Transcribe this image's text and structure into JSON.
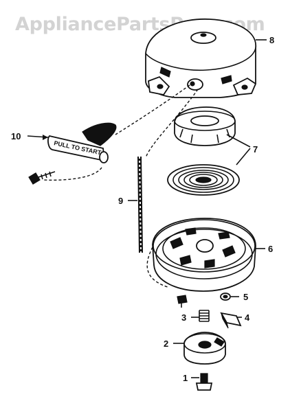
{
  "watermark": "AppliancePartsPros.com",
  "handle_text": "PULL TO START",
  "callouts": [
    {
      "id": "1",
      "label": "1"
    },
    {
      "id": "2",
      "label": "2"
    },
    {
      "id": "3",
      "label": "3"
    },
    {
      "id": "4",
      "label": "4"
    },
    {
      "id": "5",
      "label": "5"
    },
    {
      "id": "6",
      "label": "6"
    },
    {
      "id": "7",
      "label": "7"
    },
    {
      "id": "8",
      "label": "8"
    },
    {
      "id": "9",
      "label": "9"
    },
    {
      "id": "10",
      "label": "10"
    }
  ]
}
